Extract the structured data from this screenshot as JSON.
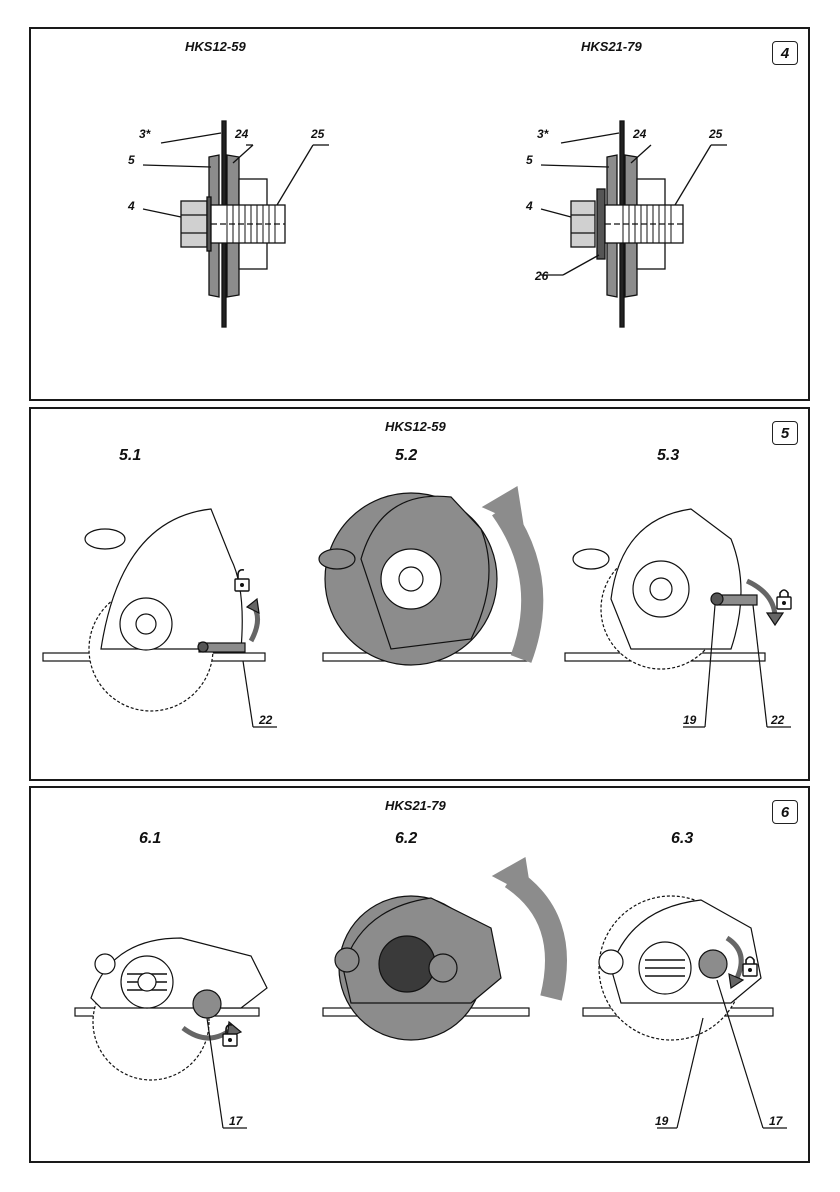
{
  "panel4": {
    "badge": "4",
    "left": {
      "model": "HKS12-59",
      "labels": {
        "l3": "3*",
        "l5": "5",
        "l4": "4",
        "l24": "24",
        "l25": "25"
      }
    },
    "right": {
      "model": "HKS21-79",
      "labels": {
        "l3": "3*",
        "l5": "5",
        "l4": "4",
        "l24": "24",
        "l25": "25",
        "l26": "26"
      }
    }
  },
  "panel5": {
    "badge": "5",
    "model": "HKS12-59",
    "steps": [
      "5.1",
      "5.2",
      "5.3"
    ],
    "labels": {
      "s1_22": "22",
      "s3_19": "19",
      "s3_22": "22"
    }
  },
  "panel6": {
    "badge": "6",
    "model": "HKS21-79",
    "steps": [
      "6.1",
      "6.2",
      "6.3"
    ],
    "labels": {
      "s1_17": "17",
      "s3_19": "19",
      "s3_17": "17"
    }
  },
  "icons": {
    "unlock": "padlock-open-icon",
    "lock": "padlock-closed-icon",
    "rotate": "curved-arrow-icon"
  },
  "colors": {
    "frame": "#1a1a1a",
    "shade": "#8c8c8c",
    "dark": "#3a3a3a",
    "light": "#c8c8c8"
  }
}
